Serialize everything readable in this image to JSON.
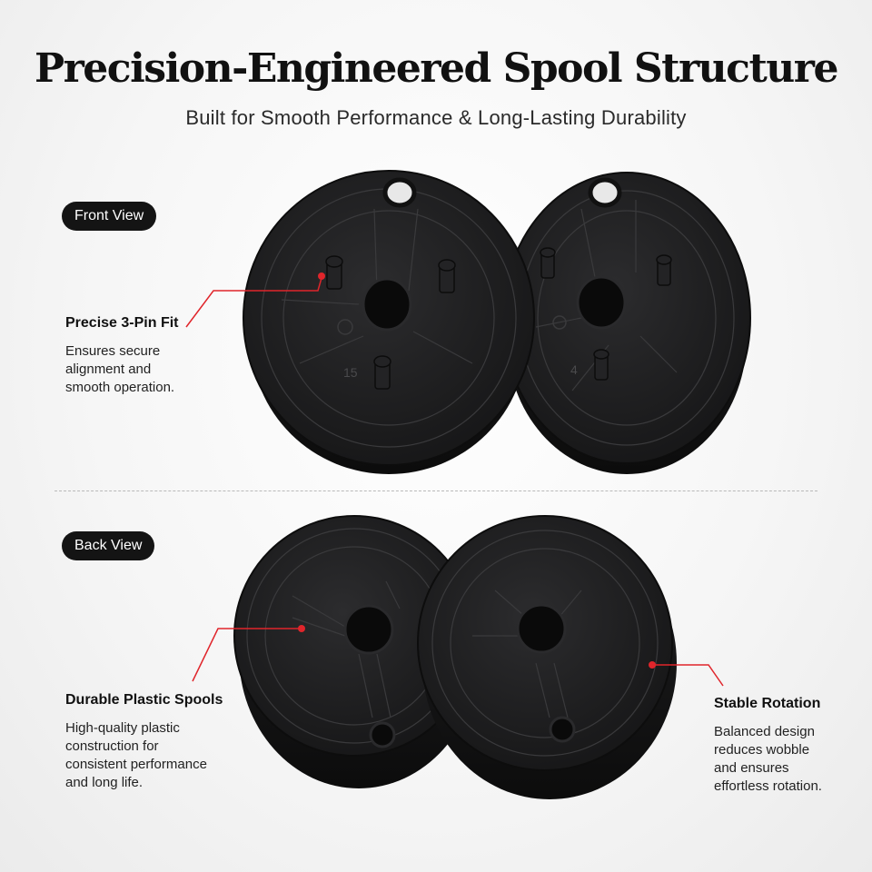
{
  "header": {
    "title": "Precision-Engineered Spool Structure",
    "subtitle": "Built for Smooth Performance & Long-Lasting Durability"
  },
  "sections": {
    "front_label": "Front View",
    "back_label": "Back View"
  },
  "spools": {
    "front_left_number": "15",
    "front_right_number": "4"
  },
  "callouts": {
    "pin_fit": {
      "title": "Precise 3-Pin Fit",
      "body": [
        "Ensures secure",
        "alignment and",
        "smooth operation."
      ]
    },
    "plastic": {
      "title": "Durable Plastic Spools",
      "body": [
        "High-quality plastic",
        "construction for",
        "consistent performance",
        "and long life."
      ]
    },
    "rotation": {
      "title": "Stable Rotation",
      "body": [
        "Balanced design",
        "reduces wobble",
        "and ensures",
        "effortless rotation."
      ]
    }
  },
  "colors": {
    "accent_red": "#e0252b",
    "pill_bg": "#141414",
    "spool_black": "#1c1c1e"
  }
}
